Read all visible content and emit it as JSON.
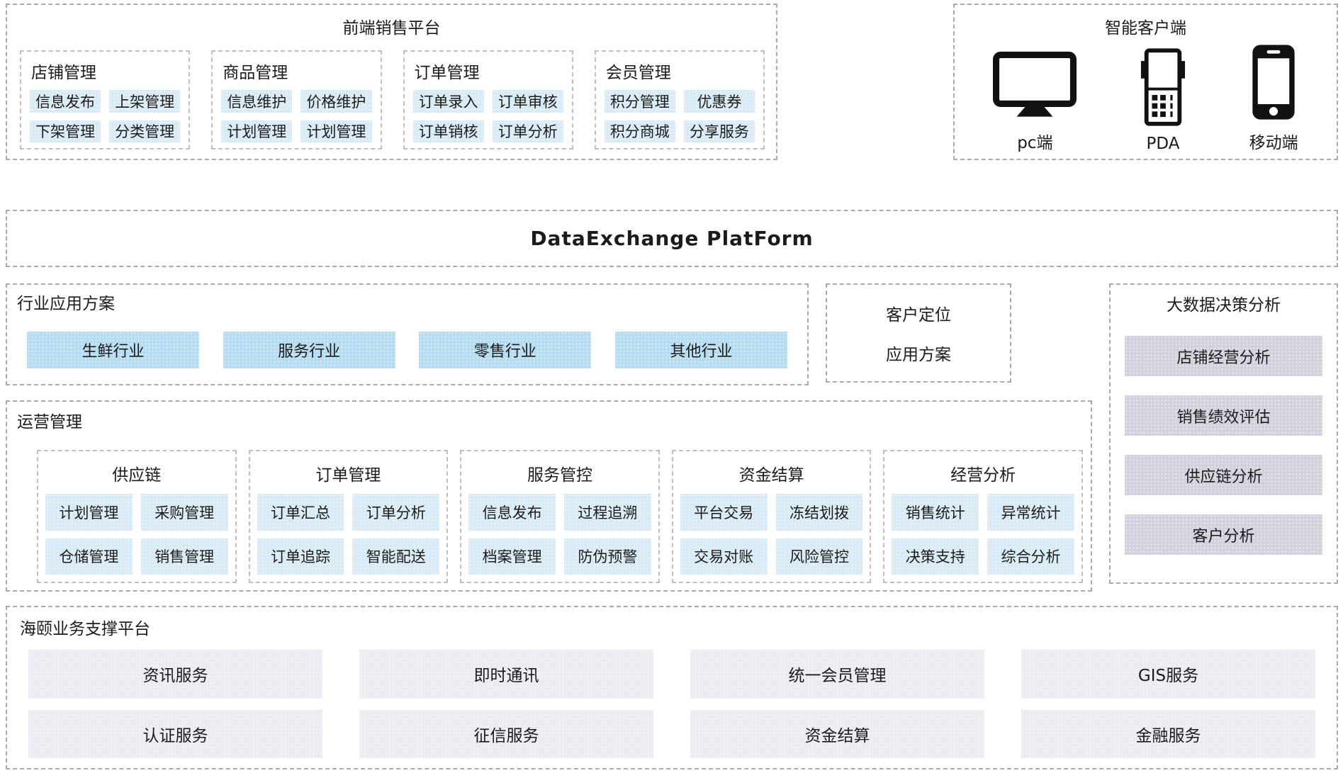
{
  "colors": {
    "chip_blue": "#d8eaf5",
    "industry_blue": "#b5dbf0",
    "lavender_chip": "#d3cfdc",
    "lavender_box": "#edeaf1",
    "border": "#a9a9a9",
    "text": "#1b1b1b"
  },
  "frontend": {
    "title": "前端销售平台",
    "groups": [
      {
        "title": "店铺管理",
        "items": [
          "信息发布",
          "上架管理",
          "下架管理",
          "分类管理"
        ]
      },
      {
        "title": "商品管理",
        "items": [
          "信息维护",
          "价格维护",
          "计划管理",
          "计划管理"
        ]
      },
      {
        "title": "订单管理",
        "items": [
          "订单录入",
          "订单审核",
          "订单销核",
          "订单分析"
        ]
      },
      {
        "title": "会员管理",
        "items": [
          "积分管理",
          "优惠券",
          "积分商城",
          "分享服务"
        ]
      }
    ]
  },
  "clients": {
    "title": "智能客户端",
    "devices": [
      {
        "icon": "desktop-monitor-icon",
        "label": "pc端"
      },
      {
        "icon": "pda-icon",
        "label": "PDA"
      },
      {
        "icon": "smartphone-icon",
        "label": "移动端"
      }
    ]
  },
  "data_exchange": {
    "title": "DataExchange PlatForm"
  },
  "industry": {
    "title": "行业应用方案",
    "items": [
      "生鲜行业",
      "服务行业",
      "零售行业",
      "其他行业"
    ]
  },
  "customer_positioning": {
    "line1": "客户定位",
    "line2": "应用方案"
  },
  "bigdata": {
    "title": "大数据决策分析",
    "items": [
      "店铺经营分析",
      "销售绩效评估",
      "供应链分析",
      "客户分析"
    ]
  },
  "operations": {
    "title": "运营管理",
    "groups": [
      {
        "title": "供应链",
        "items": [
          "计划管理",
          "采购管理",
          "仓储管理",
          "销售管理"
        ]
      },
      {
        "title": "订单管理",
        "items": [
          "订单汇总",
          "订单分析",
          "订单追踪",
          "智能配送"
        ]
      },
      {
        "title": "服务管控",
        "items": [
          "信息发布",
          "过程追溯",
          "档案管理",
          "防伪预警"
        ]
      },
      {
        "title": "资金结算",
        "items": [
          "平台交易",
          "冻结划拨",
          "交易对账",
          "风险管控"
        ]
      },
      {
        "title": "经营分析",
        "items": [
          "销售统计",
          "异常统计",
          "决策支持",
          "综合分析"
        ]
      }
    ]
  },
  "support": {
    "title": "海颐业务支撑平台",
    "items": [
      "资讯服务",
      "即时通讯",
      "统一会员管理",
      "GIS服务",
      "认证服务",
      "征信服务",
      "资金结算",
      "金融服务"
    ]
  }
}
